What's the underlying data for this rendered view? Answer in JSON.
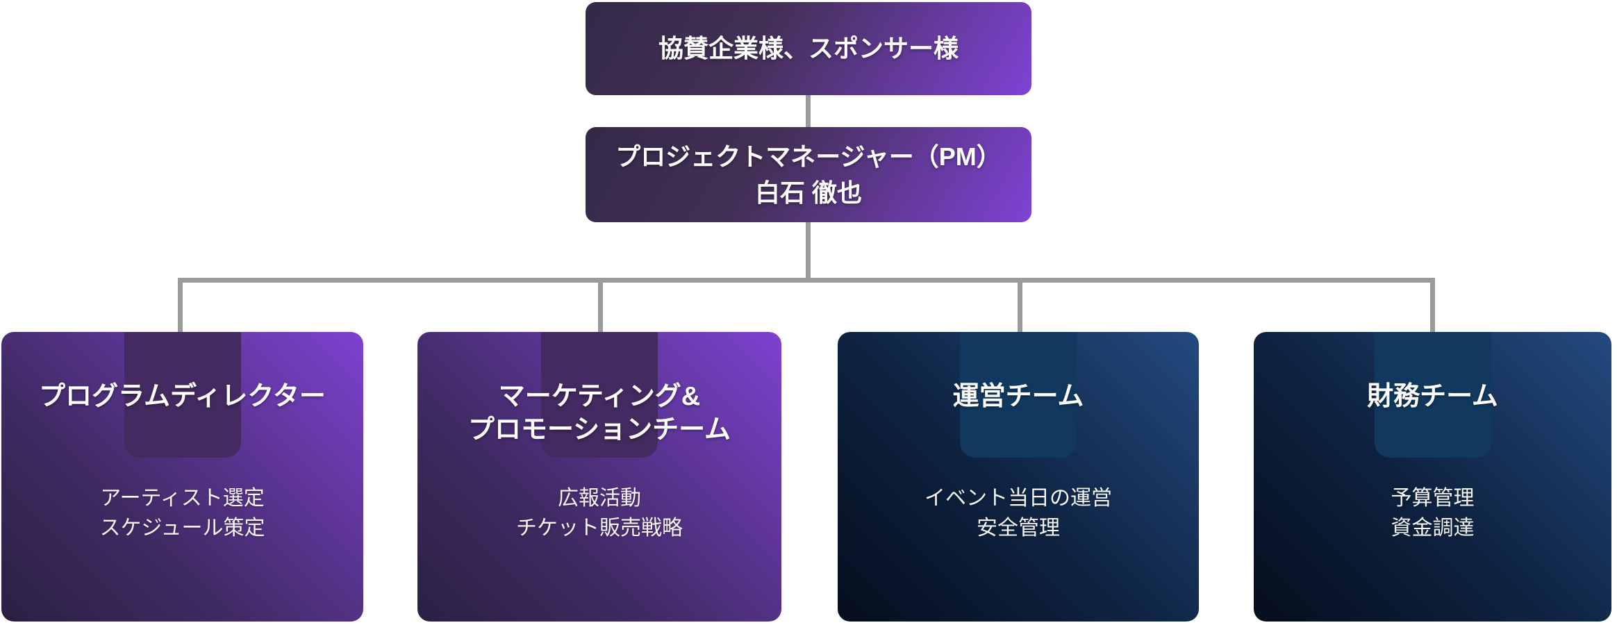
{
  "colors": {
    "background": "#ffffff",
    "connector_gray": "#9b9b9b",
    "hierarchy_gradient_dark": "#332947",
    "hierarchy_gradient_bright": "#7f42d4",
    "team_purple_dark": "#2a2042",
    "team_purple_bright": "#7d42d0",
    "team_purple_tab": "#432a60",
    "team_navy_dark": "#050e1d",
    "team_navy_bright": "#234a80",
    "team_navy_tab": "#11395f",
    "text": "#ffffff"
  },
  "org_chart": {
    "sponsor": {
      "label": "協賛企業様、スポンサー様"
    },
    "pm": {
      "title": "プロジェクトマネージャー（PM）",
      "name": "白石 徹也"
    },
    "teams": [
      {
        "title_lines": [
          "プログラムディレクター"
        ],
        "duties": [
          "アーティスト選定",
          "スケジュール策定"
        ],
        "theme": "purple"
      },
      {
        "title_lines": [
          "マーケティング&",
          "プロモーションチーム"
        ],
        "duties": [
          "広報活動",
          "チケット販売戦略"
        ],
        "theme": "purple"
      },
      {
        "title_lines": [
          "運営チーム"
        ],
        "duties": [
          "イベント当日の運営",
          "安全管理"
        ],
        "theme": "navy"
      },
      {
        "title_lines": [
          "財務チーム"
        ],
        "duties": [
          "予算管理",
          "資金調達"
        ],
        "theme": "navy"
      }
    ]
  }
}
